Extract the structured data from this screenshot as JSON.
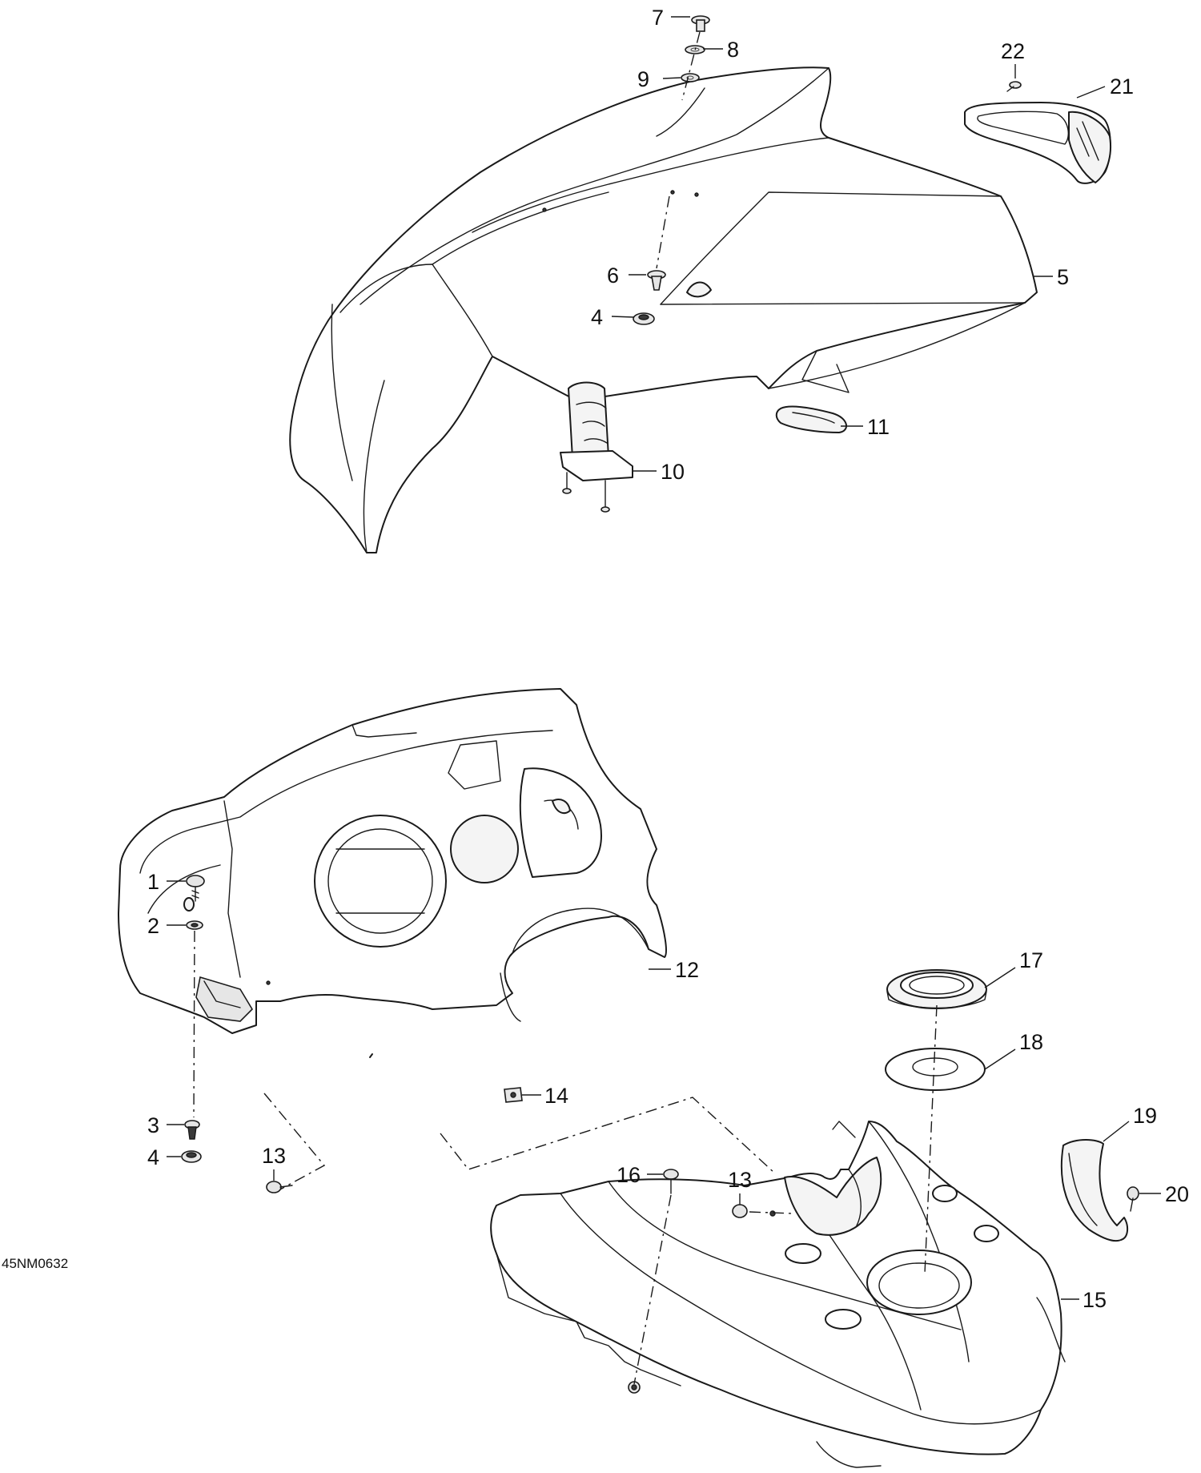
{
  "diagram_code": "45NM0632",
  "callouts": {
    "c1": "1",
    "c2": "2",
    "c3": "3",
    "c4a": "4",
    "c4b": "4",
    "c5": "5",
    "c6": "6",
    "c7": "7",
    "c8": "8",
    "c9": "9",
    "c10": "10",
    "c11": "11",
    "c12": "12",
    "c13a": "13",
    "c13b": "13",
    "c14": "14",
    "c15": "15",
    "c16": "16",
    "c17": "17",
    "c18": "18",
    "c19": "19",
    "c20": "20",
    "c21": "21",
    "c22": "22"
  }
}
